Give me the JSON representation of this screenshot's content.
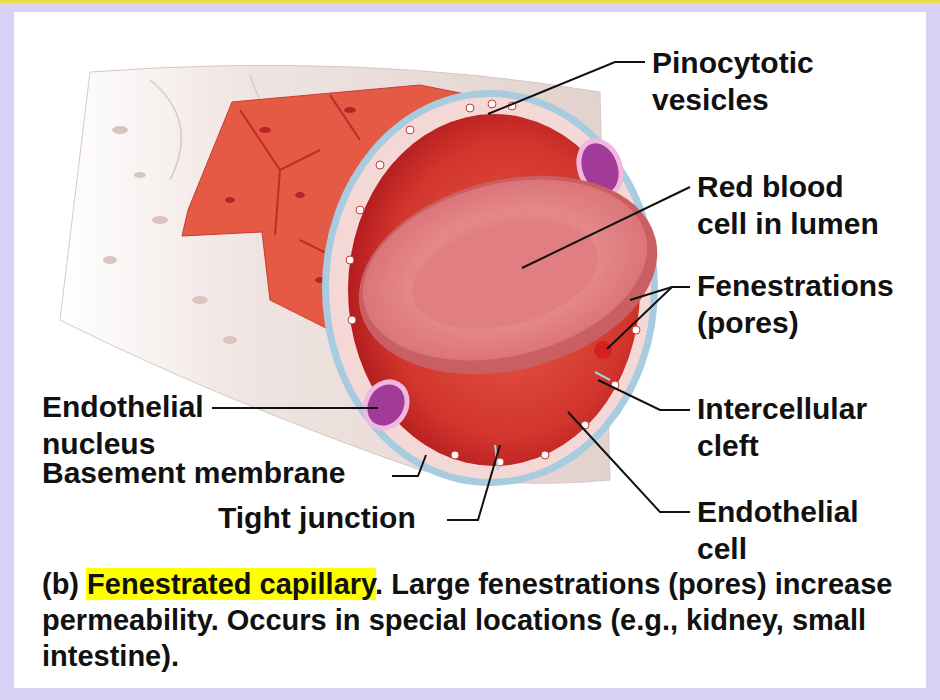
{
  "diagram": {
    "caption": "(b) Fenestrated capillary. Large fenestrations (pores) increase permeability. Occurs in special locations (e.g., kidney, small intestine).",
    "labels": [
      "Pinocytotic vesicles",
      "Red blood cell in lumen",
      "Fenestrations (pores)",
      "Intercellular cleft",
      "Endothelial cell",
      "Endothelial nucleus",
      "Basement membrane",
      "Tight junction"
    ]
  }
}
